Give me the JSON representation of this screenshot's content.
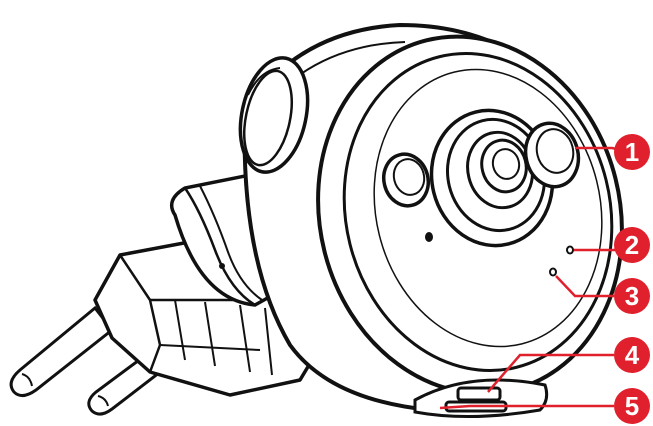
{
  "callouts": [
    {
      "number": "1"
    },
    {
      "number": "2"
    },
    {
      "number": "3"
    },
    {
      "number": "4"
    },
    {
      "number": "5"
    }
  ],
  "colors": {
    "callout_fill": "#e0202c",
    "callout_text": "#ffffff",
    "line_art": "#111111",
    "background": "#ffffff"
  }
}
